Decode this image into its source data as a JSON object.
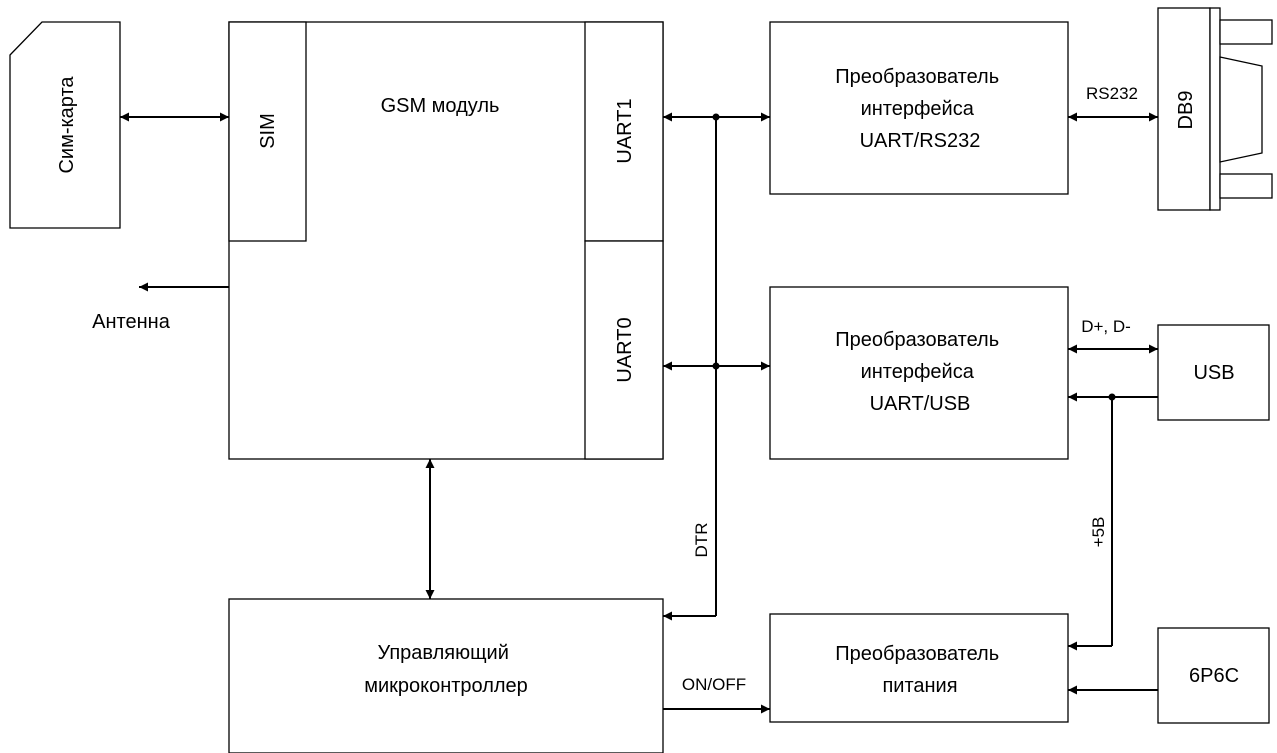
{
  "blocks": {
    "sim_card": "Сим-карта",
    "sim": "SIM",
    "gsm": "GSM модуль",
    "uart1": "UART1",
    "uart0": "UART0",
    "antenna": "Антенна",
    "conv_rs232": [
      "Преобразователь",
      "интерфейса",
      "UART/RS232"
    ],
    "conv_usb": [
      "Преобразователь",
      "интерфейса",
      "UART/USB"
    ],
    "mcu": [
      "Управляющий",
      "микроконтроллер"
    ],
    "power": [
      "Преобразователь",
      "питания"
    ],
    "db9": "DB9",
    "usb": "USB",
    "p6c": "6P6C"
  },
  "signals": {
    "rs232": "RS232",
    "dplus_dminus": "D+, D-",
    "plus5v": "+5В",
    "dtr": "DTR",
    "onoff": "ON/OFF"
  }
}
